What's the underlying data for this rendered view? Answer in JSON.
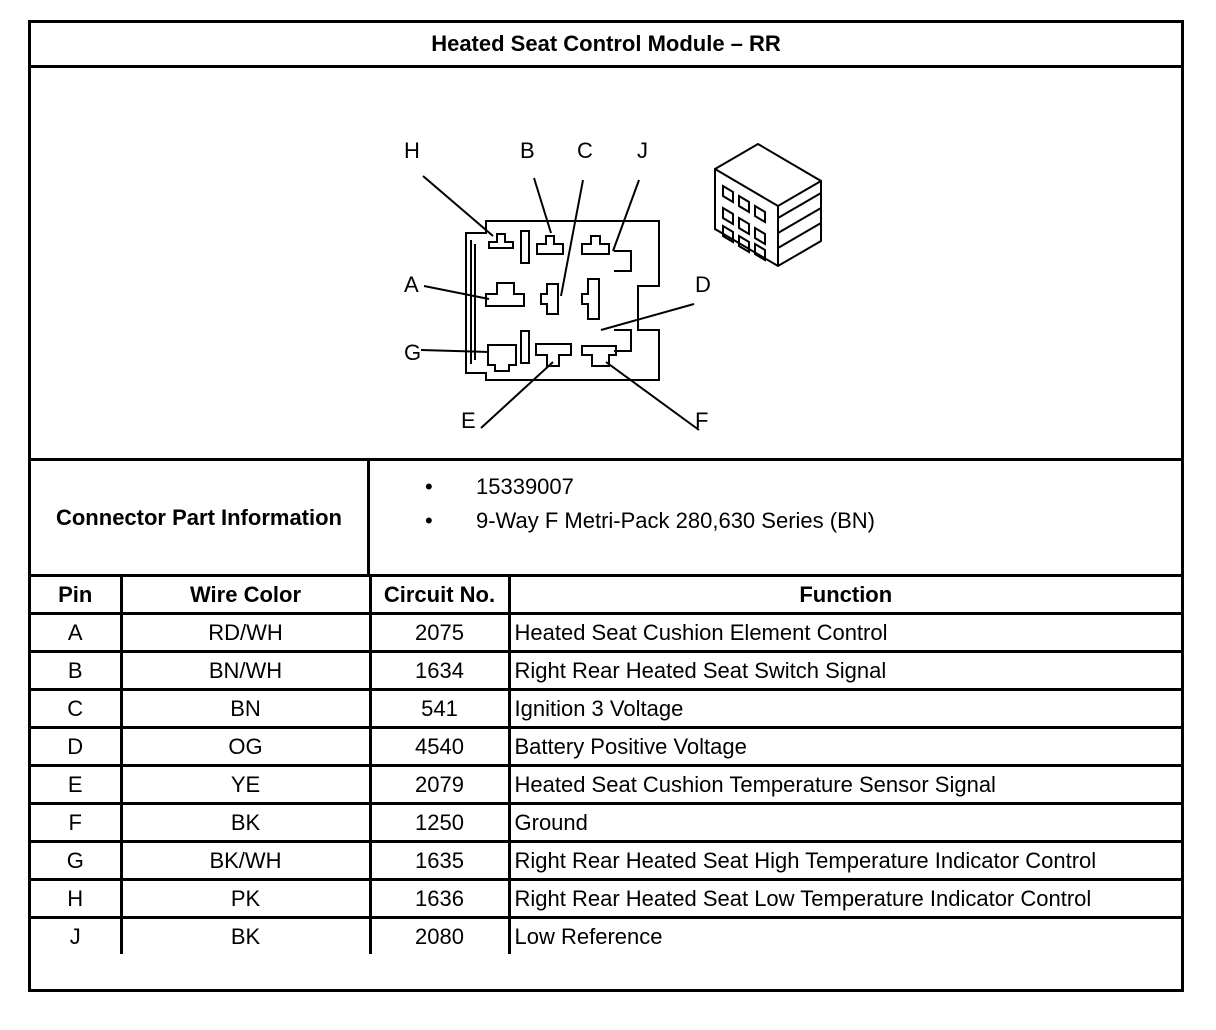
{
  "title": "Heated Seat Control Module – RR",
  "connector": {
    "pin_letters": [
      "H",
      "B",
      "C",
      "J",
      "A",
      "D",
      "G",
      "E",
      "F"
    ]
  },
  "connector_info": {
    "label": "Connector Part Information",
    "items": [
      "15339007",
      "9-Way F Metri-Pack 280,630 Series (BN)"
    ],
    "bullet": "•"
  },
  "table": {
    "headers": [
      "Pin",
      "Wire Color",
      "Circuit No.",
      "Function"
    ],
    "rows": [
      {
        "pin": "A",
        "color": "RD/WH",
        "circuit": "2075",
        "function": "Heated Seat Cushion Element Control"
      },
      {
        "pin": "B",
        "color": "BN/WH",
        "circuit": "1634",
        "function": "Right Rear Heated Seat Switch Signal"
      },
      {
        "pin": "C",
        "color": "BN",
        "circuit": "541",
        "function": "Ignition 3 Voltage"
      },
      {
        "pin": "D",
        "color": "OG",
        "circuit": "4540",
        "function": "Battery Positive Voltage"
      },
      {
        "pin": "E",
        "color": "YE",
        "circuit": "2079",
        "function": "Heated Seat Cushion Temperature Sensor Signal"
      },
      {
        "pin": "F",
        "color": "BK",
        "circuit": "1250",
        "function": "Ground"
      },
      {
        "pin": "G",
        "color": "BK/WH",
        "circuit": "1635",
        "function": "Right Rear Heated Seat High Temperature Indicator Control"
      },
      {
        "pin": "H",
        "color": "PK",
        "circuit": "1636",
        "function": "Right Rear Heated Seat Low Temperature Indicator Control"
      },
      {
        "pin": "J",
        "color": "BK",
        "circuit": "2080",
        "function": "Low Reference"
      }
    ]
  }
}
